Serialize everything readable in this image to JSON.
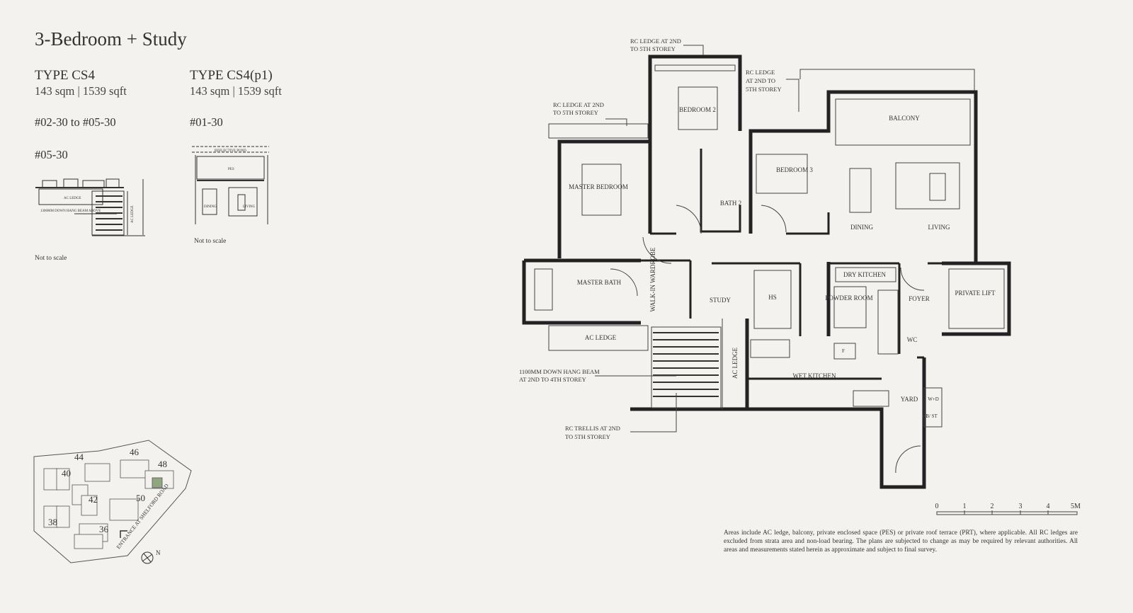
{
  "title": "3-Bedroom + Study",
  "types": [
    {
      "name": "TYPE CS4",
      "area": "143 sqm | 1539 sqft",
      "units": "#02-30 to #05-30",
      "variant_unit": "#05-30",
      "inset_labels": [
        "AC LEDGE",
        "1300MM DOWN HANG BEAM ABOVE",
        "AC LEDGE"
      ],
      "scale_note": "Not to scale"
    },
    {
      "name": "TYPE CS4(p1)",
      "area": "143 sqm | 1539 sqft",
      "units": "#01-30",
      "inset_labels": [
        "REFLECTIVE POND",
        "PES",
        "DINING",
        "LIVING"
      ],
      "scale_note": "Not to scale"
    }
  ],
  "site_plan": {
    "blocks": [
      "44",
      "46",
      "40",
      "48",
      "42",
      "50",
      "38",
      "36"
    ],
    "entrance": "ENTRANCE AT SHELFORD ROAD",
    "north": "N",
    "highlight_color": "#8fa67e"
  },
  "floor_plan": {
    "rooms": {
      "master_bedroom": "MASTER BEDROOM",
      "bedroom2": "BEDROOM 2",
      "bedroom3": "BEDROOM 3",
      "bath2": "BATH 2",
      "balcony": "BALCONY",
      "dining": "DINING",
      "living": "LIVING",
      "master_bath": "MASTER BATH",
      "walkin": "WALK-IN WARDROBE",
      "study": "STUDY",
      "hs": "HS",
      "dry_kitchen": "DRY KITCHEN",
      "powder": "POWDER ROOM",
      "foyer": "FOYER",
      "lift": "PRIVATE LIFT",
      "wc": "WC",
      "ac_ledge1": "AC LEDGE",
      "ac_ledge2": "AC LEDGE",
      "wet_kitchen": "WET KITCHEN",
      "yard": "YARD",
      "wd": "W+D",
      "dbst": "DB/ ST",
      "fridge": "F"
    },
    "annotations": {
      "ledge_top": [
        "RC LEDGE AT 2ND",
        "TO 5TH STOREY"
      ],
      "ledge_right": [
        "RC LEDGE",
        "AT 2ND TO",
        "5TH STOREY"
      ],
      "ledge_left": [
        "RC LEDGE AT 2ND",
        "TO 5TH STOREY"
      ],
      "hang_beam": [
        "1100MM DOWN HANG BEAM",
        "AT 2ND TO 4TH STOREY"
      ],
      "trellis": [
        "RC TRELLIS AT 2ND",
        "TO 5TH STOREY"
      ]
    }
  },
  "scale_bar": {
    "ticks": [
      "0",
      "1",
      "2",
      "3",
      "4",
      "5M"
    ]
  },
  "disclaimer": "Areas include AC ledge, balcony, private enclosed space (PES) or private roof terrace (PRT), where applicable. All RC ledges are excluded from strata area and non-load bearing. The plans are subjected to change as may be required by relevant authorities. All areas and measurements stated herein as approximate and subject to final survey."
}
